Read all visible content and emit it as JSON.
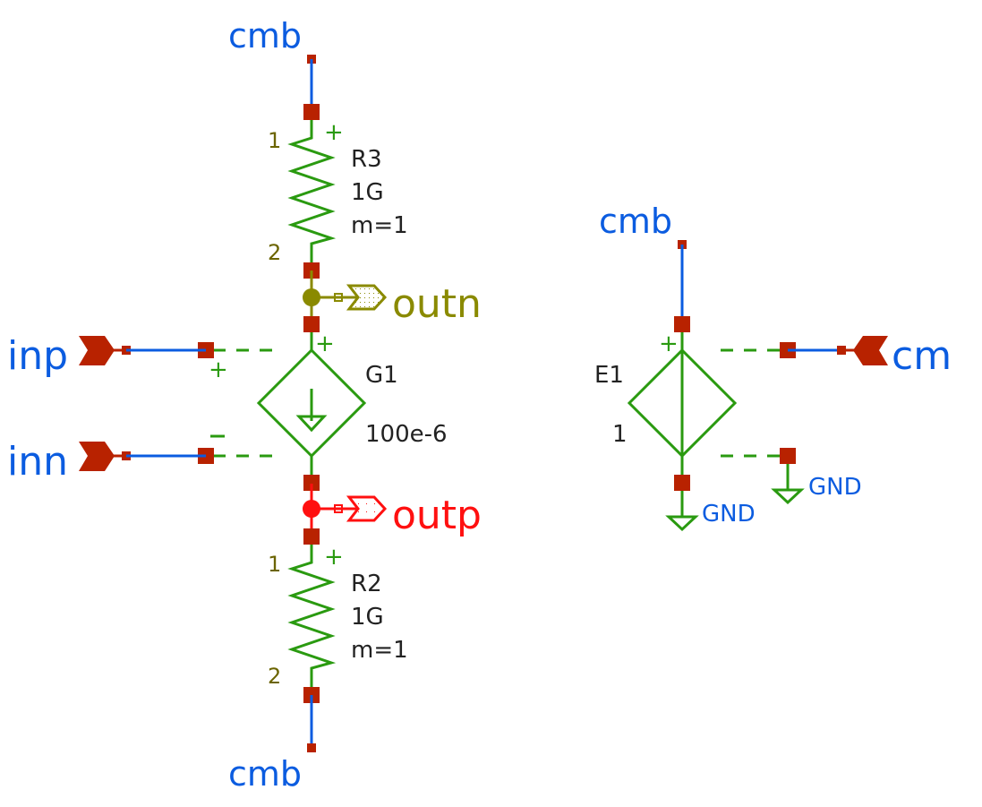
{
  "schematic": {
    "colors": {
      "net_wire": "#0b5ce0",
      "symbol": "#2a9a10",
      "pin": "#b82200",
      "outn": "#8a8a00",
      "outp": "#ff1010",
      "text": "#222222",
      "pin_number": "#6b6400"
    },
    "components": {
      "R3": {
        "name": "R3",
        "value": "1G",
        "mult": "m=1",
        "pin1": "1",
        "pin2": "2",
        "plus": "+"
      },
      "R2": {
        "name": "R2",
        "value": "1G",
        "mult": "m=1",
        "pin1": "1",
        "pin2": "2",
        "plus": "+"
      },
      "G1": {
        "name": "G1",
        "value": "100e-6",
        "out_plus": "+",
        "ctrl_plus": "+",
        "ctrl_minus": "−"
      },
      "E1": {
        "name": "E1",
        "value": "1",
        "out_plus": "+"
      }
    },
    "labels": {
      "cmb_top": "cmb",
      "cmb_bottom": "cmb",
      "cmb_e1": "cmb",
      "inp": "inp",
      "inn": "inn",
      "outn": "outn",
      "outp": "outp",
      "cm": "cm",
      "gnd_1": "GND",
      "gnd_2": "GND"
    }
  }
}
